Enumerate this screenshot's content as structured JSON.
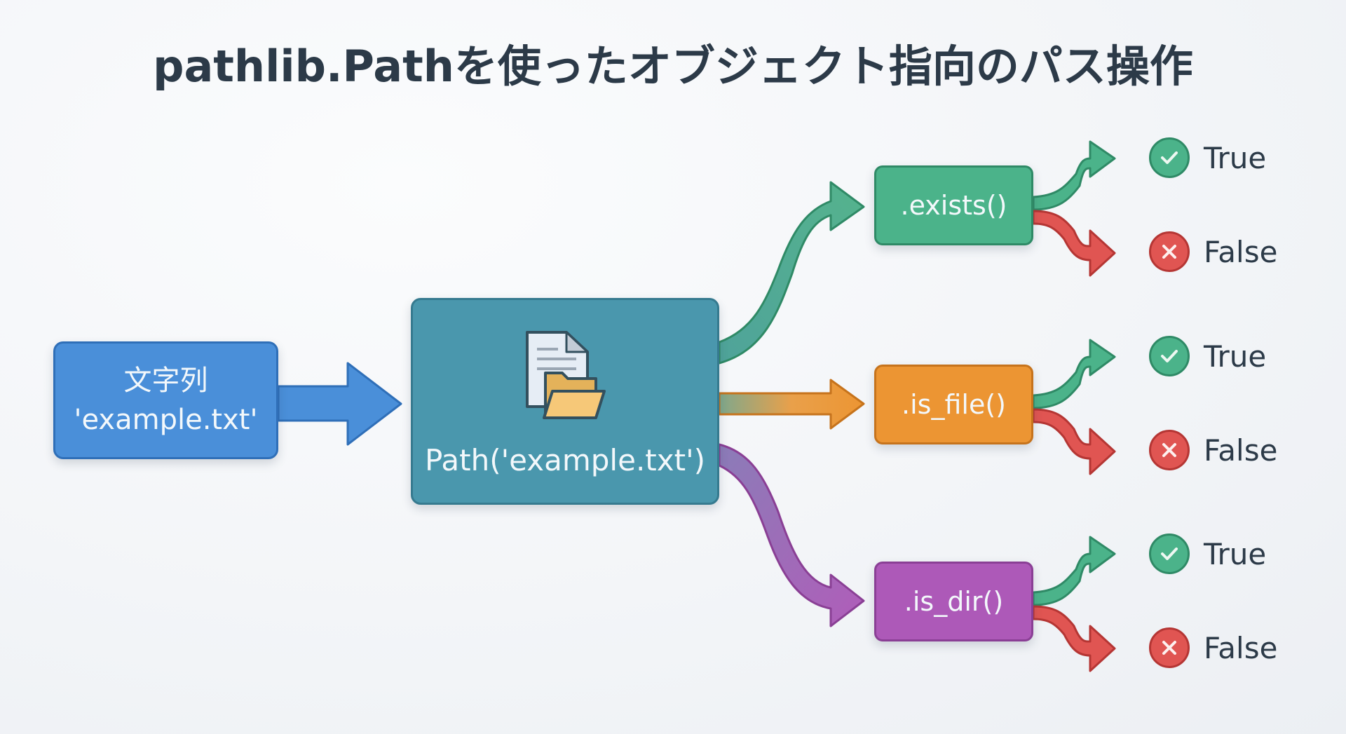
{
  "title": "pathlib.Pathを使ったオブジェクト指向のパス操作",
  "input": {
    "line1": "文字列",
    "line2": "'example.txt'",
    "color": "#4a8fd9"
  },
  "path_object": {
    "label": "Path('example.txt')",
    "icon": "document-folder-icon",
    "color": "#4a97ad"
  },
  "methods": [
    {
      "label": ".exists()",
      "color": "#4bb38a",
      "results": [
        {
          "label": "True",
          "icon": "check-circle-icon"
        },
        {
          "label": "False",
          "icon": "x-circle-icon"
        }
      ]
    },
    {
      "label": ".is_file()",
      "color": "#ec9533",
      "results": [
        {
          "label": "True",
          "icon": "check-circle-icon"
        },
        {
          "label": "False",
          "icon": "x-circle-icon"
        }
      ]
    },
    {
      "label": ".is_dir()",
      "color": "#ad59b8",
      "results": [
        {
          "label": "True",
          "icon": "check-circle-icon"
        },
        {
          "label": "False",
          "icon": "x-circle-icon"
        }
      ]
    }
  ],
  "colors": {
    "true": "#4bb38a",
    "false": "#e05552",
    "text": "#2c3a48"
  }
}
